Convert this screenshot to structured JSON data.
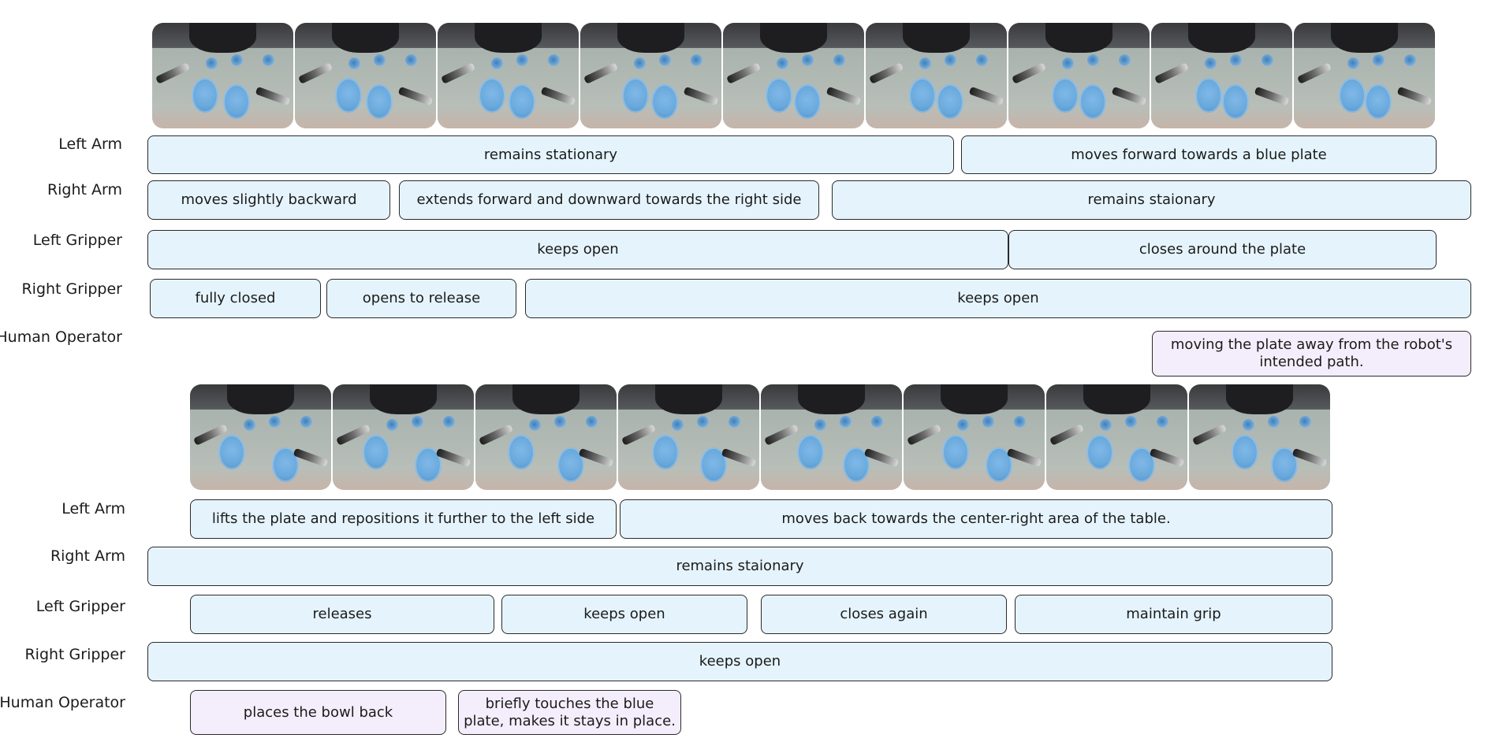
{
  "panels": [
    {
      "frame_count": 9,
      "rows": [
        {
          "label": "Left Arm",
          "segments": [
            {
              "text": "remains stationary"
            },
            {
              "text": "moves forward towards a blue plate"
            }
          ]
        },
        {
          "label": "Right Arm",
          "segments": [
            {
              "text": "moves slightly backward"
            },
            {
              "text": "extends forward and downward towards the right side"
            },
            {
              "text": "remains staionary"
            }
          ]
        },
        {
          "label": "Left Gripper",
          "segments": [
            {
              "text": "keeps open"
            },
            {
              "text": "closes around the plate"
            }
          ]
        },
        {
          "label": "Right Gripper",
          "segments": [
            {
              "text": "fully closed"
            },
            {
              "text": "opens to release"
            },
            {
              "text": "keeps open"
            }
          ]
        },
        {
          "label": "Human Operator",
          "segments": [
            {
              "text": "moving the plate away from the robot's intended path.",
              "kind": "human"
            }
          ]
        }
      ]
    },
    {
      "frame_count": 8,
      "rows": [
        {
          "label": "Left Arm",
          "segments": [
            {
              "text": "lifts the plate and repositions it further to the left side"
            },
            {
              "text": "moves back towards the center-right area of the table."
            }
          ]
        },
        {
          "label": "Right Arm",
          "segments": [
            {
              "text": "remains staionary"
            }
          ]
        },
        {
          "label": "Left Gripper",
          "segments": [
            {
              "text": "releases"
            },
            {
              "text": "keeps open"
            },
            {
              "text": "closes again"
            },
            {
              "text": "maintain grip"
            }
          ]
        },
        {
          "label": "Right Gripper",
          "segments": [
            {
              "text": "keeps open"
            }
          ]
        },
        {
          "label": "Human Operator",
          "segments": [
            {
              "text": "places the bowl back",
              "kind": "human"
            },
            {
              "text": "briefly touches the blue plate, makes it stays in place.",
              "kind": "human"
            }
          ]
        }
      ]
    }
  ]
}
